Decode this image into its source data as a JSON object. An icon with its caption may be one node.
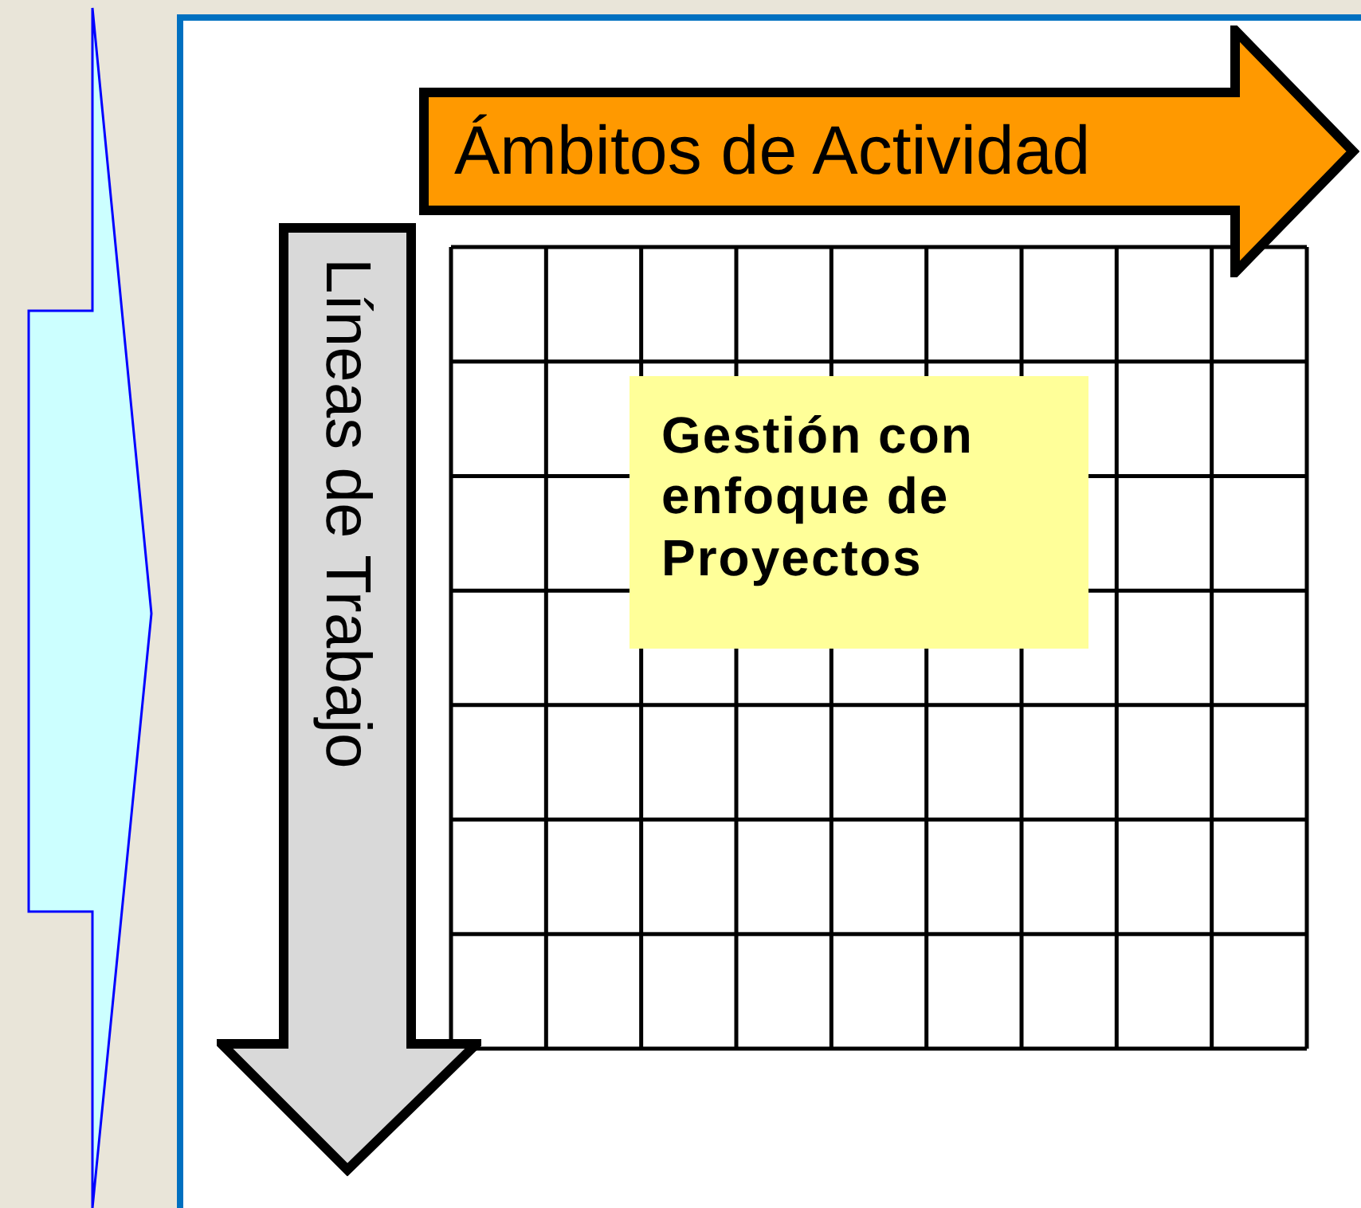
{
  "diagram": {
    "nodes": [
      {
        "text": [
          "Ámbitos de Actividad"
        ]
      },
      {
        "text": [
          "Líneas de Trabajo"
        ]
      },
      {
        "text": [
          "Gestión con enfoque de Proyectos"
        ]
      }
    ]
  }
}
